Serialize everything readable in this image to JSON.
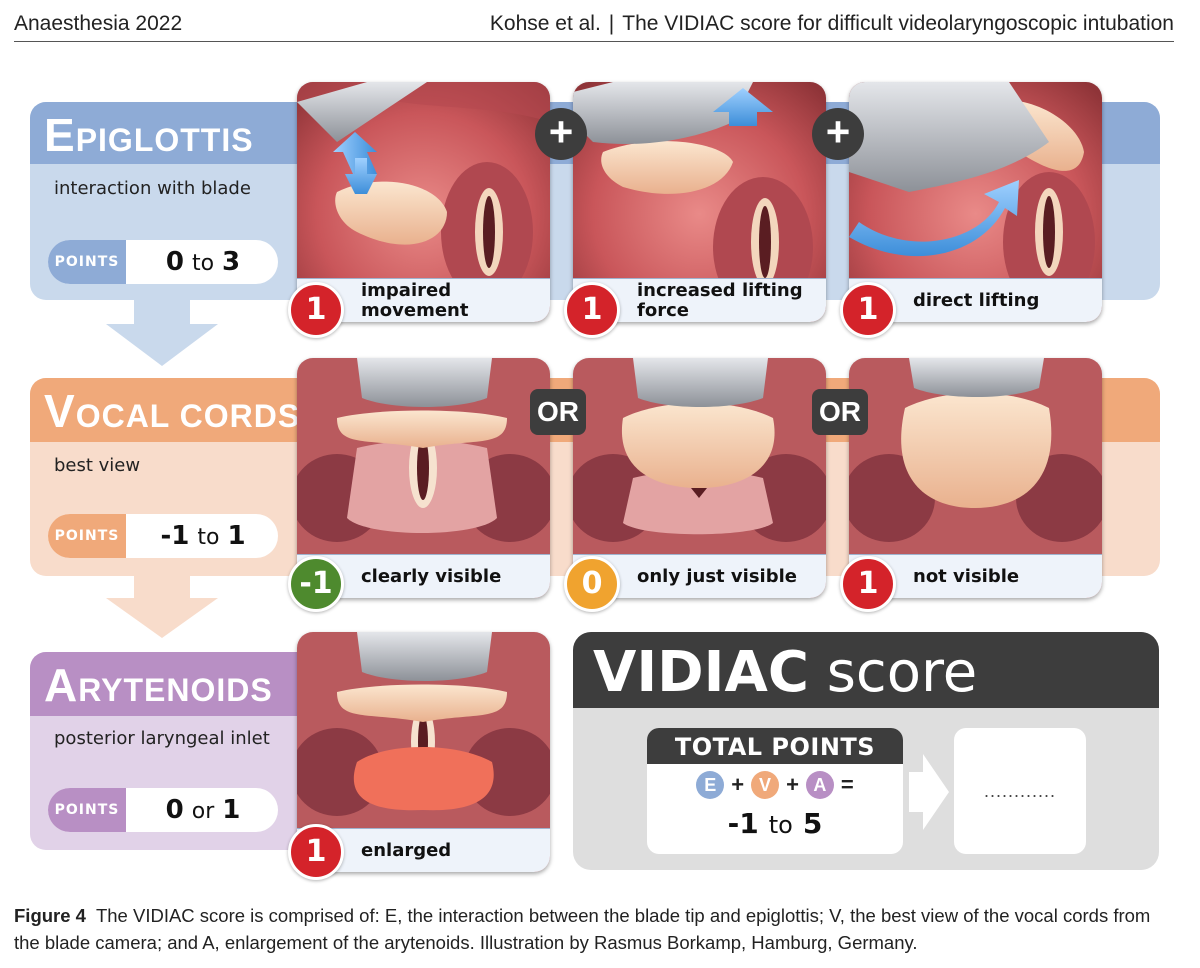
{
  "header": {
    "journal": "Anaesthesia 2022",
    "authors": "Kohse et  al.",
    "separator": "|",
    "article_title": "The VIDIAC score for difficult videolaryngoscopic intubation"
  },
  "rows": {
    "epiglottis": {
      "initial": "E",
      "title_rest": "PIGLOTTIS",
      "subtitle": "interaction with blade",
      "points_label": "POINTS",
      "points_from": "0",
      "points_word": "to",
      "points_to": "3",
      "color": "#8eabd6"
    },
    "vocal": {
      "initial": "V",
      "title_rest": "OCAL CORDS",
      "subtitle": "best view",
      "points_label": "POINTS",
      "points_from": "-1",
      "points_word": "to",
      "points_to": "1",
      "color": "#f0a97a"
    },
    "arytenoids": {
      "initial": "A",
      "title_rest": "RYTENOIDS",
      "subtitle": "posterior laryngeal inlet",
      "points_label": "POINTS",
      "points_from": "0",
      "points_word": "or",
      "points_to": "1",
      "color": "#b88fc4"
    }
  },
  "panels": {
    "e1": {
      "score": "1",
      "caption": "impaired movement"
    },
    "e2": {
      "score": "1",
      "caption": "increased lifting force"
    },
    "e3": {
      "score": "1",
      "caption": "direct lifting"
    },
    "v1": {
      "score": "-1",
      "caption": "clearly visible"
    },
    "v2": {
      "score": "0",
      "caption": "only just visible"
    },
    "v3": {
      "score": "1",
      "caption": "not visible"
    },
    "a1": {
      "score": "1",
      "caption": "enlarged"
    }
  },
  "operators": {
    "plus": "+",
    "or": "OR"
  },
  "score": {
    "title_bold": "VIDIAC",
    "title_rest": "score",
    "total_label": "TOTAL POINTS",
    "e": "E",
    "v": "V",
    "a": "A",
    "plus": "+",
    "equals": "=",
    "range_from": "-1",
    "range_word": "to",
    "range_to": "5",
    "result_placeholder": "............"
  },
  "caption": {
    "label": "Figure 4",
    "text": "The VIDIAC score is comprised of: E, the interaction between the blade tip and epiglottis; V, the best view of the vocal cords from the blade camera; and A, enlargement of the arytenoids. Illustration by Rasmus Borkamp, Hamburg, Germany."
  }
}
